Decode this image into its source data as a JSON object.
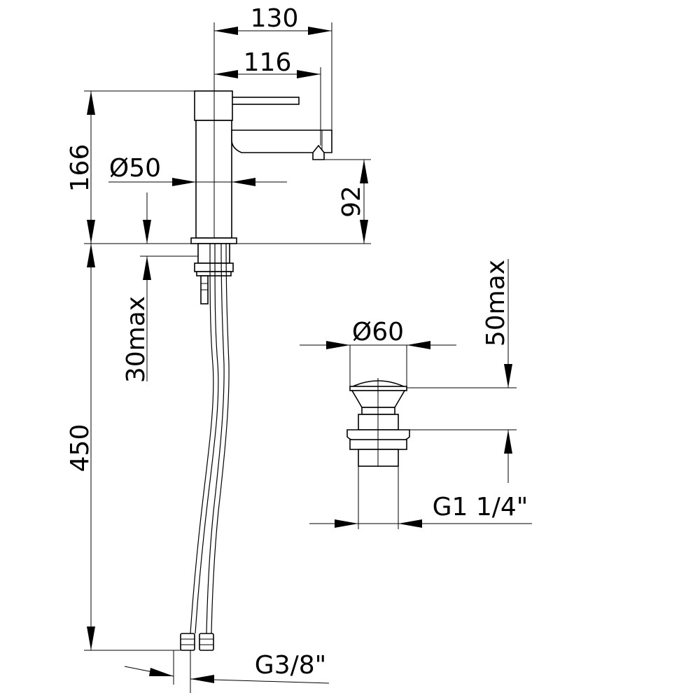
{
  "dimensions": {
    "width_overall": "130",
    "spout_reach": "116",
    "mixer_height": "166",
    "body_diameter": "Ø50",
    "spout_height": "92",
    "deck_thickness": "30max",
    "hose_length": "450",
    "hose_thread": "G3/8\"",
    "waste_diameter": "Ø60",
    "waste_deck": "50max",
    "waste_thread": "G1 1/4\""
  }
}
